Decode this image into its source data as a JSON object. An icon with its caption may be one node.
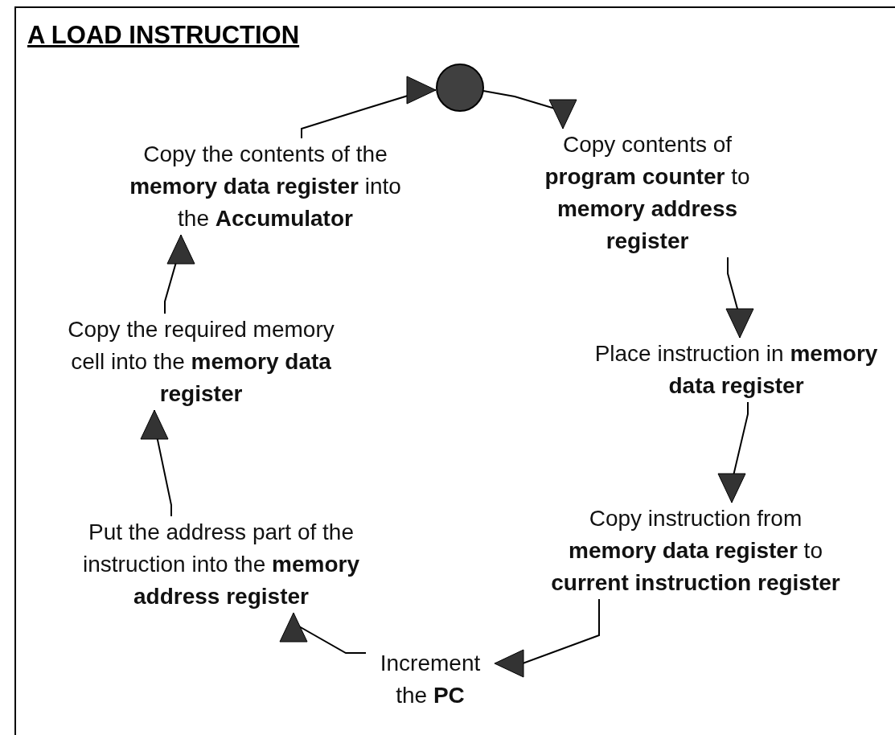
{
  "diagram": {
    "title": "A LOAD INSTRUCTION",
    "nodes": [
      {
        "text": [],
        "shape": "circle"
      },
      {
        "text": [
          "Copy contents of **program counter** to **memory address register**"
        ]
      },
      {
        "text": [
          "Place instruction in **memory data register**"
        ]
      },
      {
        "text": [
          "Copy instruction from **memory data register** to **current instruction register**"
        ]
      },
      {
        "text": [
          "Increment the **PC**"
        ]
      },
      {
        "text": [
          "Put the address part of the instruction into the **memory address register**"
        ]
      },
      {
        "text": [
          "Copy the required memory cell into the **memory data register**"
        ]
      },
      {
        "text": [
          "Copy the contents of the **memory data register** into the **Accumulator**"
        ]
      }
    ],
    "edges": [
      {
        "from": 0,
        "to": 1,
        "arrow": "to"
      },
      {
        "from": 1,
        "to": 2,
        "arrow": "to"
      },
      {
        "from": 2,
        "to": 3,
        "arrow": "to"
      },
      {
        "from": 3,
        "to": 4,
        "arrow": "to"
      },
      {
        "from": 4,
        "to": 5,
        "arrow": "to"
      },
      {
        "from": 5,
        "to": 6,
        "arrow": "to"
      },
      {
        "from": 6,
        "to": 7,
        "arrow": "to"
      },
      {
        "from": 7,
        "to": 0,
        "arrow": "to"
      }
    ]
  }
}
